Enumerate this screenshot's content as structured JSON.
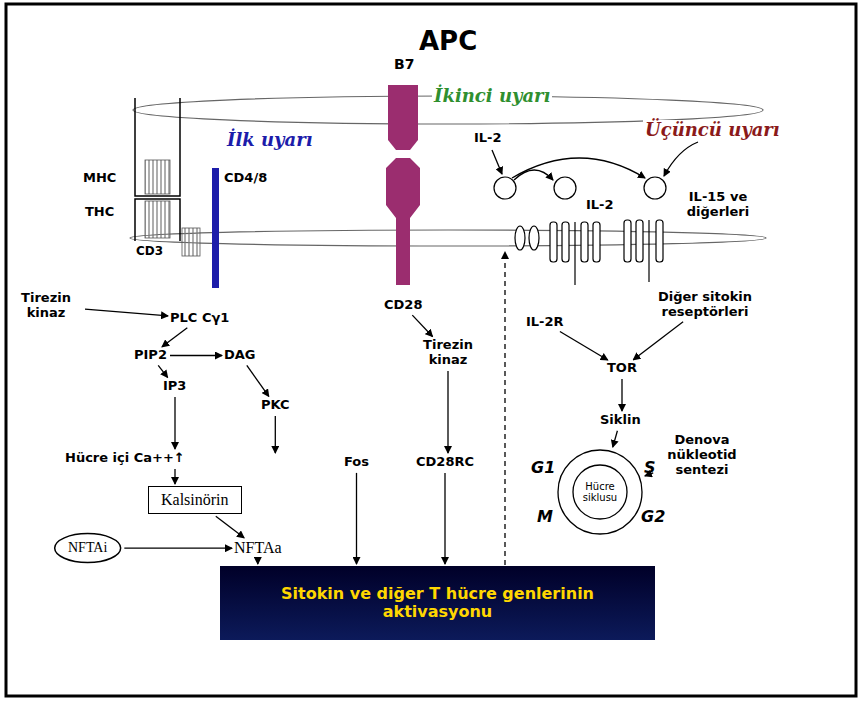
{
  "diagram": {
    "nodes": [
      {
        "text": [
          "Tirezin kinaz"
        ]
      },
      {
        "text": [
          "PLC Cγ1"
        ]
      },
      {
        "text": [
          "CD28"
        ]
      },
      {
        "text": [
          "IL-2R"
        ]
      },
      {
        "text": [
          "Diğer sitokin reseptörleri"
        ]
      },
      {
        "text": [
          "PIP2"
        ]
      },
      {
        "text": [
          "DAG"
        ]
      },
      {
        "text": [
          "IP3"
        ]
      },
      {
        "text": [
          "Tirezin kinaz"
        ]
      },
      {
        "text": [
          "TOR"
        ]
      },
      {
        "text": [
          "PKC"
        ]
      },
      {
        "text": [
          "Siklin"
        ]
      },
      {
        "text": [
          "Denova nükleotid sentezi"
        ]
      },
      {
        "text": [
          "Hücre içi Ca++↑"
        ]
      },
      {
        "text": [
          "Fos"
        ]
      },
      {
        "text": [
          "CD28RC"
        ]
      },
      {
        "text": [
          "Hücre siklusu"
        ]
      },
      {
        "text": [
          "Kalsinörin"
        ]
      },
      {
        "text": [
          "NFTAi"
        ]
      },
      {
        "text": [
          "NFTAa"
        ]
      },
      {
        "text": [
          "Sitokin ve diğer T hücre genlerinin aktivasyonu"
        ]
      }
    ],
    "edges": [
      {
        "from": 0,
        "to": 1,
        "arrow": "to"
      },
      {
        "from": 1,
        "to": 5,
        "arrow": "to"
      },
      {
        "from": 5,
        "to": 6,
        "arrow": "to"
      },
      {
        "from": 5,
        "to": 7,
        "arrow": "to"
      },
      {
        "from": 6,
        "to": 10,
        "arrow": "to"
      },
      {
        "from": 7,
        "to": 13,
        "arrow": "to"
      },
      {
        "from": 13,
        "to": 17,
        "arrow": "to"
      },
      {
        "from": 17,
        "to": 19,
        "arrow": "to"
      },
      {
        "from": 18,
        "to": 19,
        "arrow": "to"
      },
      {
        "from": 10,
        "to": 14,
        "arrow": "to"
      },
      {
        "from": 19,
        "to": 20,
        "arrow": "to"
      },
      {
        "from": 14,
        "to": 20,
        "arrow": "to"
      },
      {
        "from": 2,
        "to": 8,
        "arrow": "to"
      },
      {
        "from": 8,
        "to": 15,
        "arrow": "to"
      },
      {
        "from": 15,
        "to": 20,
        "arrow": "to"
      },
      {
        "from": 3,
        "to": 9,
        "arrow": "to"
      },
      {
        "from": 4,
        "to": 9,
        "arrow": "to"
      },
      {
        "from": 9,
        "to": 11,
        "arrow": "to"
      },
      {
        "from": 11,
        "to": 16,
        "arrow": "to"
      },
      {
        "from": 12,
        "to": 16,
        "arrow": "to"
      }
    ],
    "labels": [
      "APC",
      "B7",
      "İkinci uyarı",
      "Üçüncü uyarı",
      "IL-2",
      "İlk uyarı",
      "MHC",
      "CD4/8",
      "IL-2",
      "IL-15 ve diğerleri",
      "THC",
      "CD3",
      "G1",
      "S",
      "M",
      "G2"
    ]
  }
}
